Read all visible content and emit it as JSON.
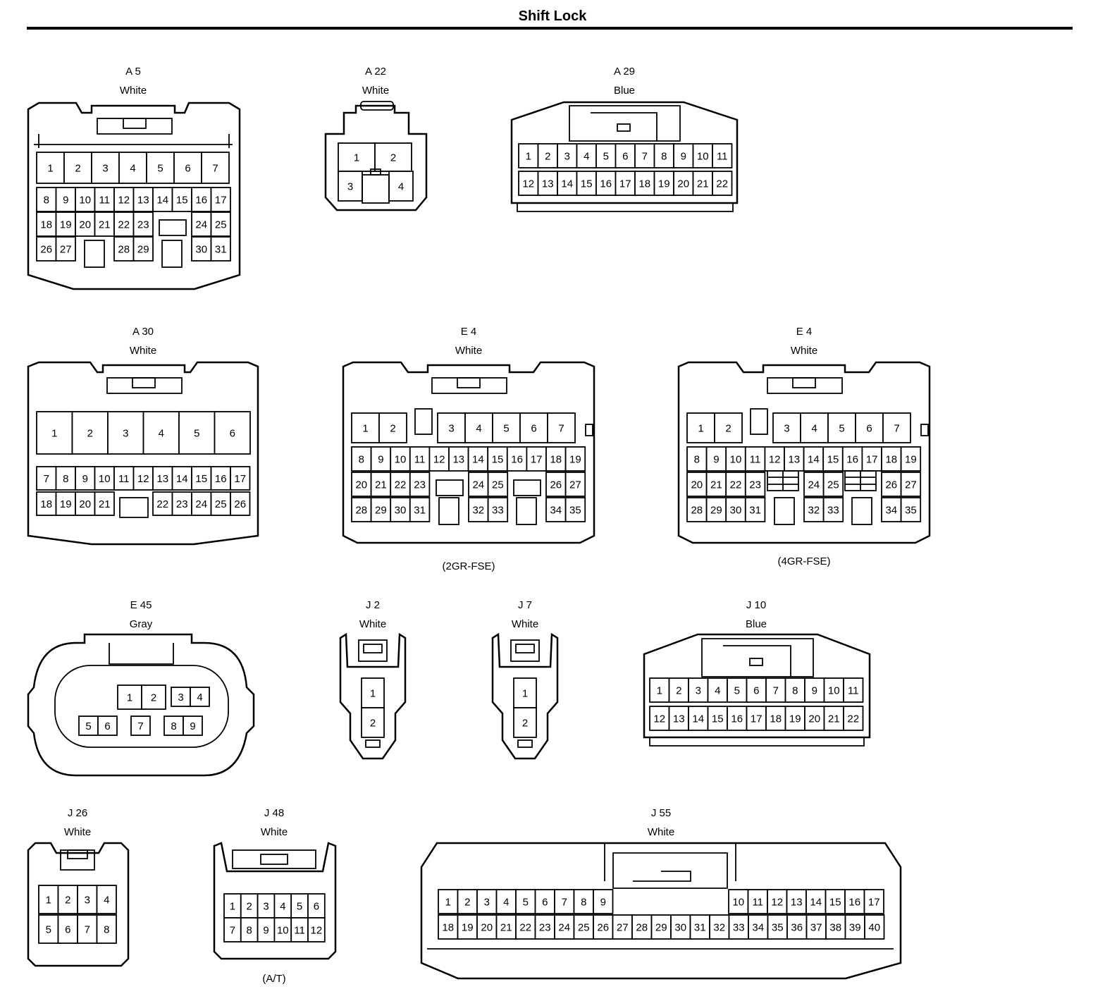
{
  "page": {
    "title": "Shift Lock"
  },
  "connectors": [
    {
      "id": "A 5",
      "color": "White",
      "note": "",
      "pins": 31
    },
    {
      "id": "A 22",
      "color": "White",
      "note": "",
      "pins": 4
    },
    {
      "id": "A 29",
      "color": "Blue",
      "note": "",
      "pins": 22
    },
    {
      "id": "A 30",
      "color": "White",
      "note": "",
      "pins": 26
    },
    {
      "id": "E 4",
      "color": "White",
      "note": "(2GR-FSE)",
      "pins": 35
    },
    {
      "id": "E 4",
      "color": "White",
      "note": "(4GR-FSE)",
      "pins": 35
    },
    {
      "id": "E 45",
      "color": "Gray",
      "note": "",
      "pins": 9
    },
    {
      "id": "J 2",
      "color": "White",
      "note": "",
      "pins": 2
    },
    {
      "id": "J 7",
      "color": "White",
      "note": "",
      "pins": 2
    },
    {
      "id": "J 10",
      "color": "Blue",
      "note": "",
      "pins": 22
    },
    {
      "id": "J 26",
      "color": "White",
      "note": "",
      "pins": 8
    },
    {
      "id": "J 48",
      "color": "White",
      "note": "(A/T)",
      "pins": 12
    },
    {
      "id": "J 55",
      "color": "White",
      "note": "",
      "pins": 40
    }
  ]
}
